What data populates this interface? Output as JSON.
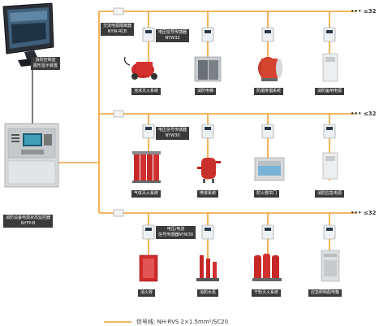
{
  "colors": {
    "signal_line": "#f0a030",
    "label_bg": "#3a3a3a",
    "label_text": "#ffffff",
    "device_red": "#d0282a"
  },
  "workstation": {
    "label_line1": "消防控制室",
    "label_line2": "图形显示装置"
  },
  "host": {
    "label_line1": "消防设备电源状态监控器",
    "label_line2": "NYFP-B"
  },
  "branch1": {
    "count": "••• ≤32",
    "sensor_labels": [
      {
        "line1": "交流电源隔离器",
        "line2": "NYW-RCB"
      },
      {
        "line1": "电压信号传感器",
        "line2": "NYW32"
      }
    ],
    "devices": [
      "泡沫灭火系统",
      "消防电梯",
      "防烟排烟系统",
      "消防备用电源"
    ]
  },
  "branch2": {
    "count": "••• ≤32",
    "sensor_labels": [
      {
        "line1": "电压信号传感器",
        "line2": "NYW30"
      }
    ],
    "devices": [
      "气体灭火系统",
      "喷淋系统",
      "防火卷帘门",
      "消防应急电源"
    ]
  },
  "branch3": {
    "count": "••• ≤32",
    "sensor_labels": [
      {
        "line1": "电压/电流",
        "line2": "信号传感器NYW30"
      }
    ],
    "devices": [
      "消火栓",
      "消防水泵",
      "干粉灭火系统",
      "应急照明配电箱"
    ]
  },
  "legend": {
    "text": "信号线: NH-RVS 2×1.5mm²/SC20"
  }
}
